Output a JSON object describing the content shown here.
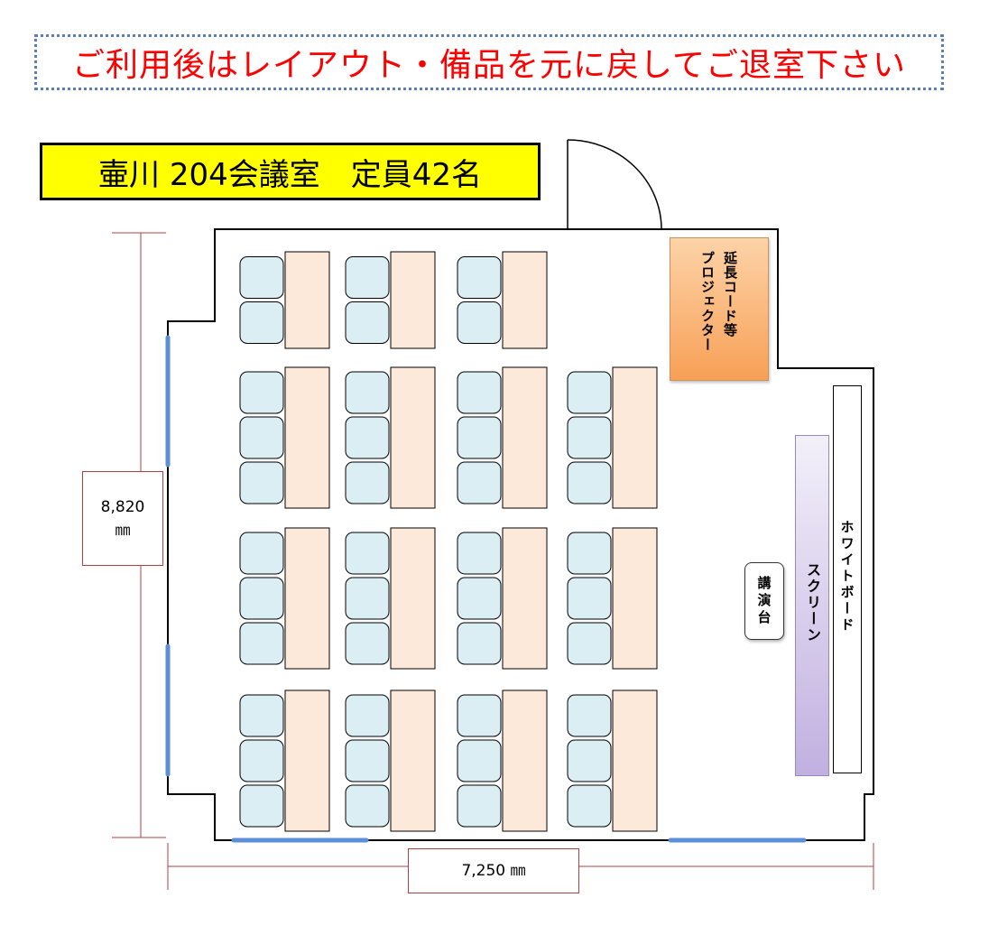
{
  "notice": {
    "text": "ご利用後はレイアウト・備品を元に戻してご退室下さい"
  },
  "room_title": "壷川 204会議室　定員42名",
  "dimensions": {
    "height_value": "8,820",
    "height_unit": "㎜",
    "width_label": "7,250 ㎜"
  },
  "equipment": {
    "projector_line1": "プロジェクター",
    "projector_line2": "延長コード等",
    "podium": "講演台",
    "screen": "スクリーン",
    "whiteboard": "ホワイトボード"
  },
  "seating": {
    "total_capacity": 42,
    "table_groups": [
      {
        "row": 1,
        "col": 1,
        "chairs": 2
      },
      {
        "row": 1,
        "col": 2,
        "chairs": 2
      },
      {
        "row": 1,
        "col": 3,
        "chairs": 2
      },
      {
        "row": 2,
        "col": 1,
        "chairs": 3
      },
      {
        "row": 2,
        "col": 2,
        "chairs": 3
      },
      {
        "row": 2,
        "col": 3,
        "chairs": 3
      },
      {
        "row": 2,
        "col": 4,
        "chairs": 3
      },
      {
        "row": 3,
        "col": 1,
        "chairs": 3
      },
      {
        "row": 3,
        "col": 2,
        "chairs": 3
      },
      {
        "row": 3,
        "col": 3,
        "chairs": 3
      },
      {
        "row": 3,
        "col": 4,
        "chairs": 3
      },
      {
        "row": 4,
        "col": 1,
        "chairs": 3
      },
      {
        "row": 4,
        "col": 2,
        "chairs": 3
      },
      {
        "row": 4,
        "col": 3,
        "chairs": 3
      },
      {
        "row": 4,
        "col": 4,
        "chairs": 3
      }
    ]
  },
  "colors": {
    "notice_text": "#ff0000",
    "notice_border": "#5b7fb5",
    "title_background": "#ffff00",
    "table_fill": "#fde9d9",
    "chair_fill": "#daeef3",
    "window": "#5b8fd8",
    "dimension_line": "#b04040"
  }
}
